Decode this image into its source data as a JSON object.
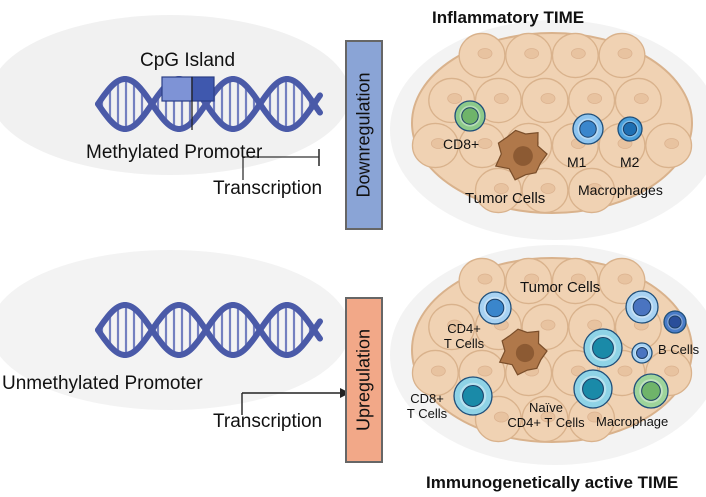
{
  "titles": {
    "top": "Inflammatory TIME",
    "bottom": "Immunogenetically active TIME"
  },
  "top_panel": {
    "cpg_label": "CpG Island",
    "promoter_label": "Methylated Promoter",
    "transcription_label": "Transcription",
    "regulation_label": "Downregulation",
    "regulation_color": "#8aa4d6",
    "cells": {
      "cd8": "CD8+",
      "tumor": "Tumor Cells",
      "m1": "M1",
      "m2": "M2",
      "macrophages": "Macrophages"
    }
  },
  "bottom_panel": {
    "promoter_label": "Unmethylated Promoter",
    "transcription_label": "Transcription",
    "regulation_label": "Upregulation",
    "regulation_color": "#f2a888",
    "cells": {
      "tumor": "Tumor Cells",
      "cd4": "CD4+\nT Cells",
      "b_cells": "B Cells",
      "cd8": "CD8+\nT Cells",
      "naive": "Naïve\nCD4+ T Cells",
      "macrophage": "Macrophage"
    }
  },
  "colors": {
    "dna_strand": "#4a5aa8",
    "dna_rung": "#7480c0",
    "tissue_fill": "#f0d2b3",
    "tissue_stroke": "#d9b28c",
    "tumor_cell": "#b0784a",
    "cd8_green": "#6fb46a",
    "macrophage_blue": "#3a86cc",
    "naive_teal": "#1a8aa8"
  }
}
